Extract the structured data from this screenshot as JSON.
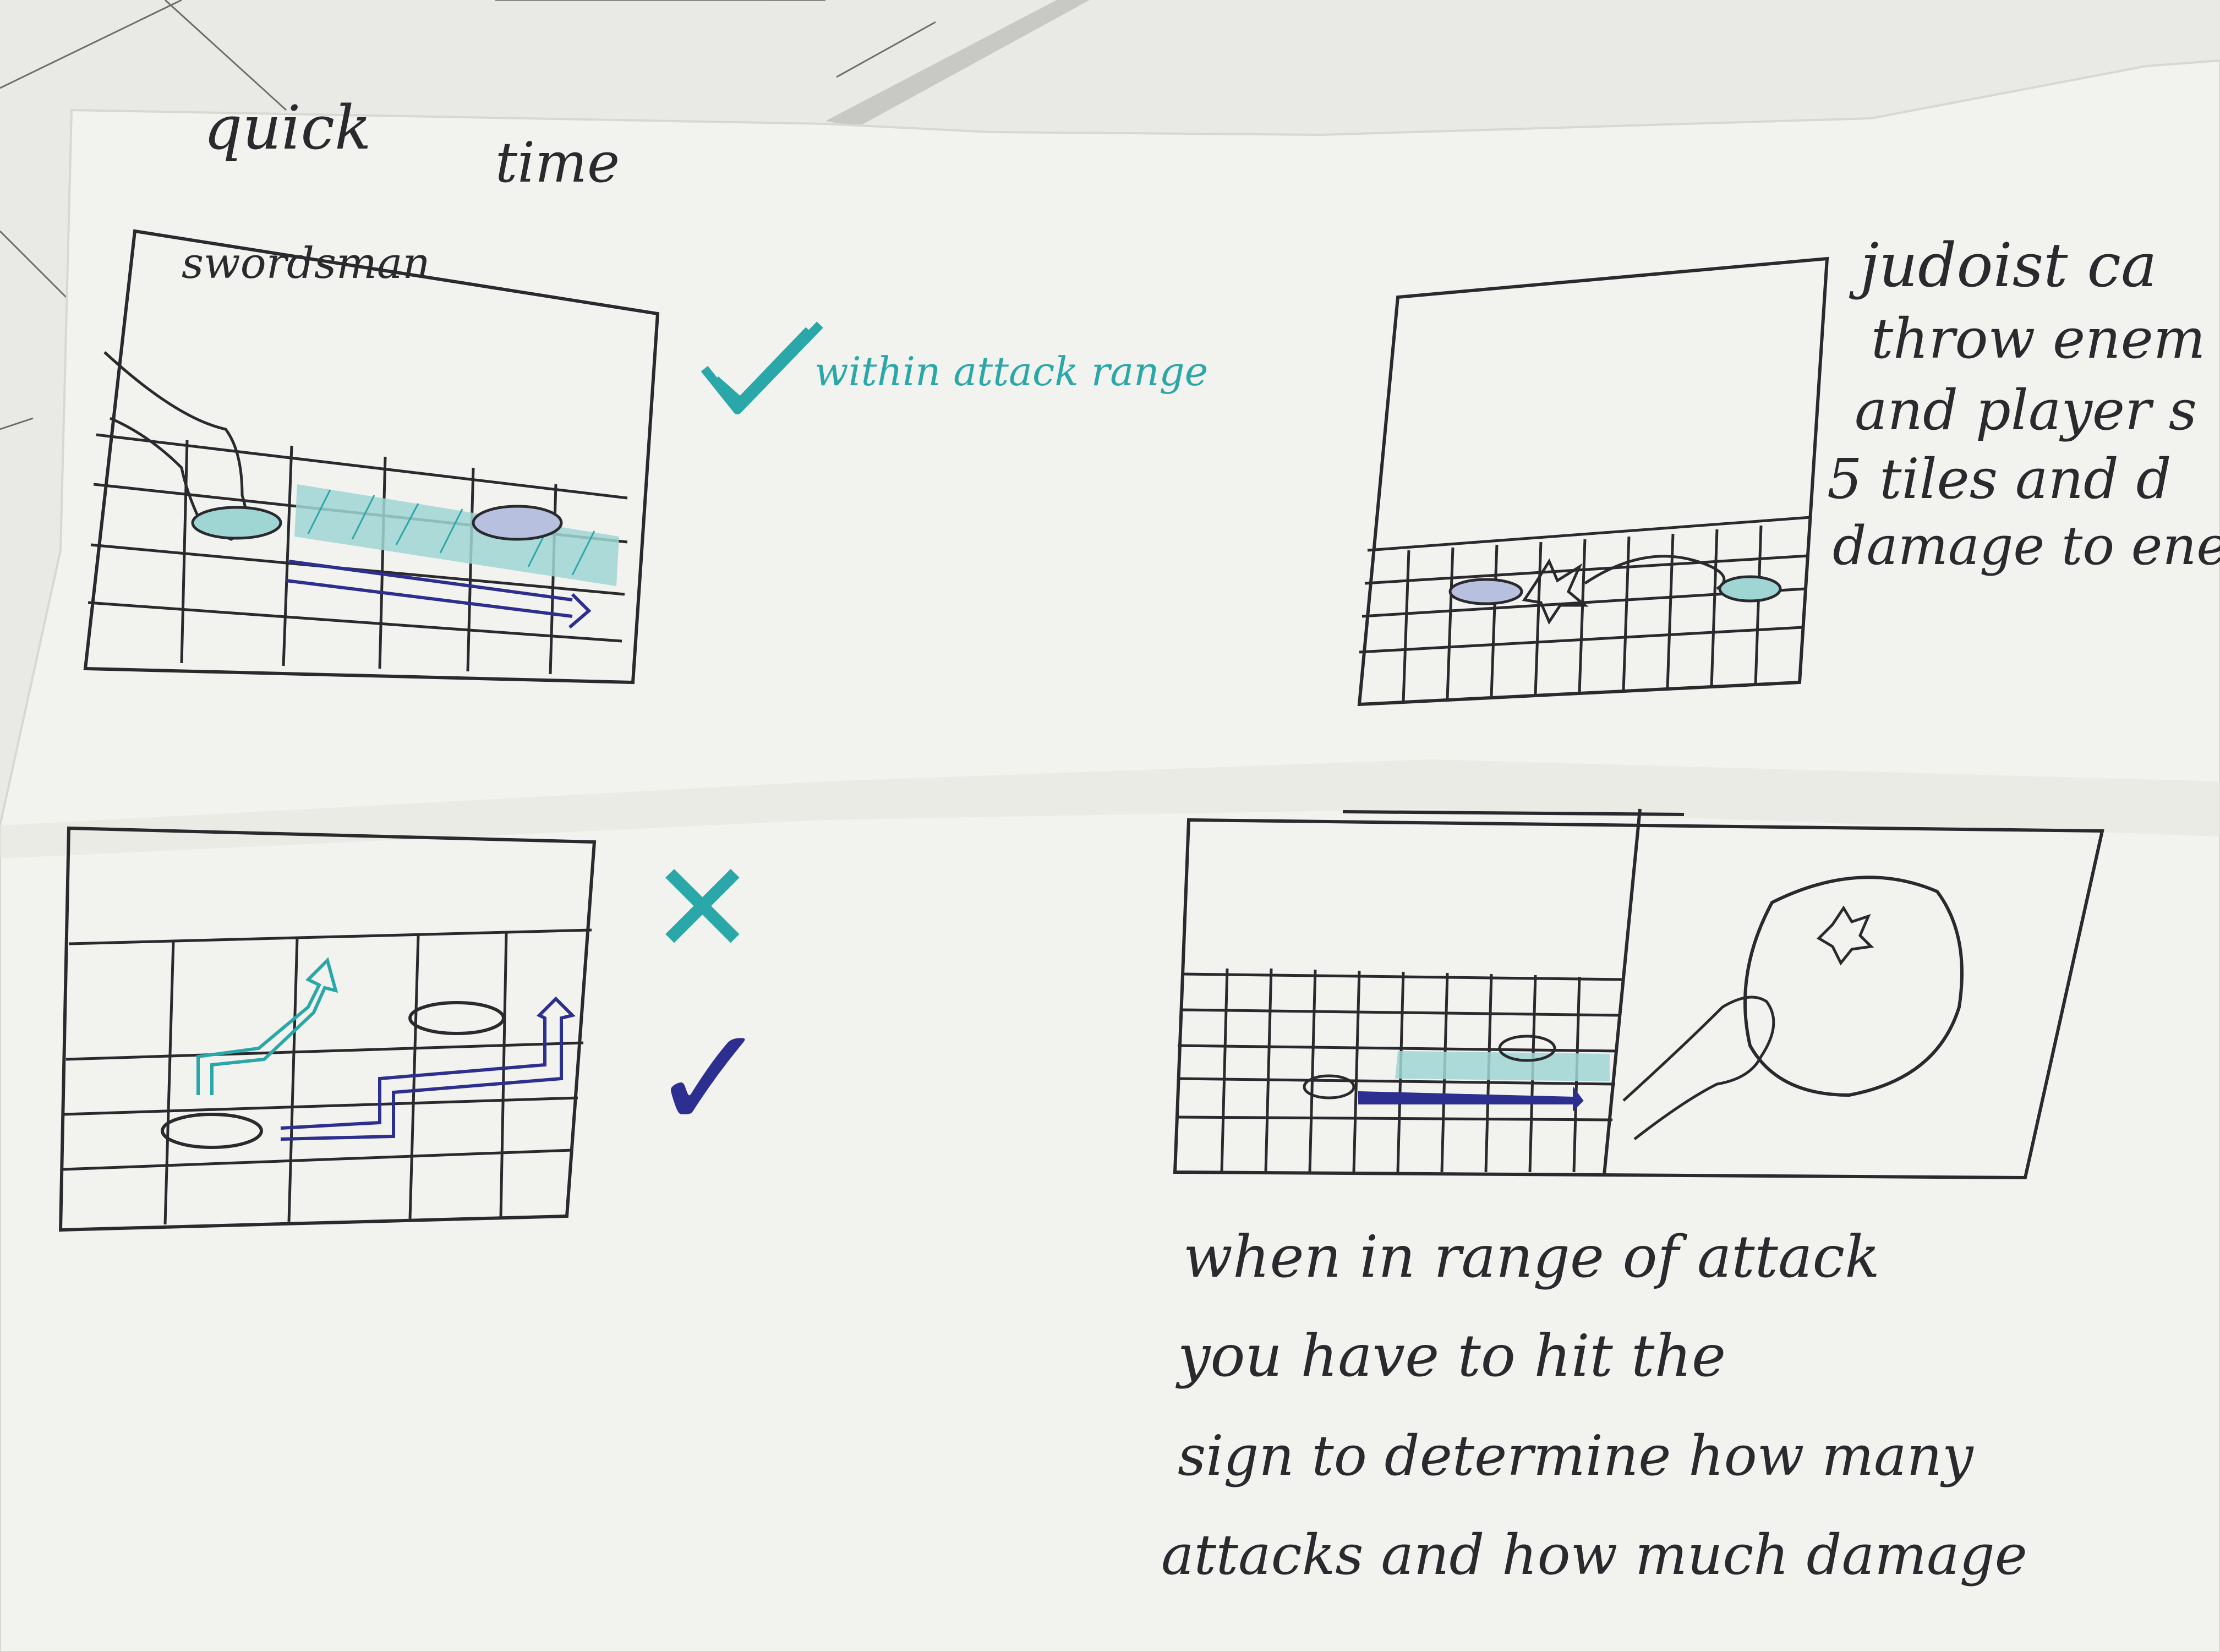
{
  "title": {
    "line1": "quick",
    "line2": "time"
  },
  "panel1": {
    "label": "swordsman",
    "check_annotation": "within attack range"
  },
  "panel2": {
    "notes": [
      "judoist ca",
      "throw enem",
      "and player s",
      "5 tiles and d",
      "damage to ene"
    ]
  },
  "panel3": {
    "wrong_mark": "✕",
    "right_mark": "✓"
  },
  "panel4": {
    "notes": [
      "when in range of attack",
      "you have to hit the",
      "sign to determine how many",
      "attacks and how much damage"
    ]
  },
  "colors": {
    "paper": "#f2f2ee",
    "ink": "#2a2a2e",
    "teal": "#2aa7a8",
    "blue": "#2c2f8f",
    "teal_fill": "#9fd6d4"
  }
}
